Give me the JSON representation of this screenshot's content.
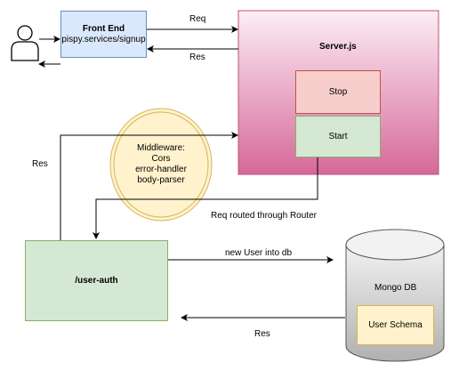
{
  "nodes": {
    "frontend": {
      "title": "Front End",
      "subtitle": "pispy.services/signup"
    },
    "server": {
      "title": "Server.js"
    },
    "stop": {
      "label": "Stop"
    },
    "start": {
      "label": "Start"
    },
    "middleware": {
      "line1": "Middleware:",
      "line2": "Cors",
      "line3": "error-handler",
      "line4": "body-parser"
    },
    "userauth": {
      "label": "/user-auth"
    },
    "mongodb": {
      "label": "Mongo DB"
    },
    "schema": {
      "label": "User Schema"
    }
  },
  "edges": {
    "req_top": "Req",
    "res_top": "Res",
    "res_left": "Res",
    "routed": "Req routed through Router",
    "new_user": "new User into db",
    "res_bottom": "Res"
  },
  "colors": {
    "frontend_fill": "#dae8fc",
    "frontend_stroke": "#6c8ebf",
    "server_top": "#fdeef5",
    "server_bottom": "#d6689a",
    "server_stroke": "#b85478",
    "stop_fill": "#f8cecc",
    "stop_stroke": "#b85450",
    "green_fill": "#d5e8d4",
    "green_stroke": "#82b366",
    "middleware_fill": "#fff2cc",
    "middleware_stroke": "#d6b656",
    "db_top": "#f2f2f2",
    "db_bottom": "#b0b0b0",
    "db_stroke": "#555555",
    "schema_fill": "#fff2cc",
    "schema_stroke": "#d6b656"
  }
}
